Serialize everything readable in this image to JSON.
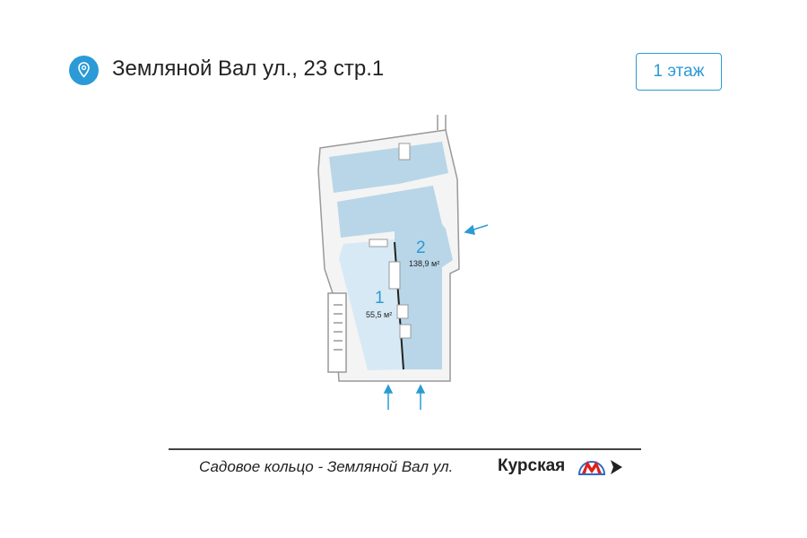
{
  "header": {
    "address": "Земляной Вал ул., 23 стр.1",
    "floor_button": "1 этаж",
    "icon": "location-pin-icon"
  },
  "plan": {
    "rooms": [
      {
        "number": "1",
        "area": "55,5 м²"
      },
      {
        "number": "2",
        "area": "138,9 м²"
      }
    ],
    "colors": {
      "room1": "#d7e9f5",
      "room2": "#b8d6e8",
      "accent": "#2b9ad6"
    }
  },
  "footer": {
    "street": "Садовое кольцо - Земляной Вал ул.",
    "metro_station": "Курская",
    "metro_icon": "metro-m-icon",
    "direction_icon": "arrow-right-icon"
  }
}
